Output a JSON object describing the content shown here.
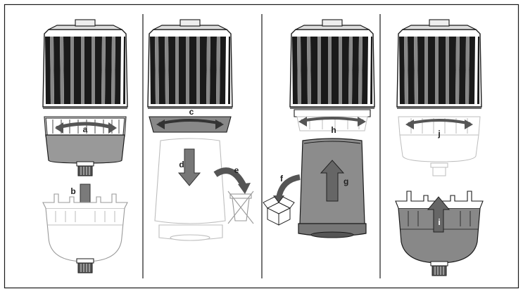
{
  "labels": {
    "a": "a",
    "b": "b",
    "c": "c",
    "d": "d",
    "e": "e",
    "f": "f",
    "g": "g",
    "h": "h",
    "i": "i",
    "j": "j"
  },
  "colors": {
    "line": "#1a1a1a",
    "grey_body": "#8a8a8a",
    "light_grey": "#b5b5b5",
    "dark_grey": "#6a6a6a",
    "arrow_fill": "#7a7a7a",
    "faded": "#bdbdbd"
  },
  "icons": [
    "recycle-bin-crossed-icon",
    "cardboard-box-icon"
  ]
}
